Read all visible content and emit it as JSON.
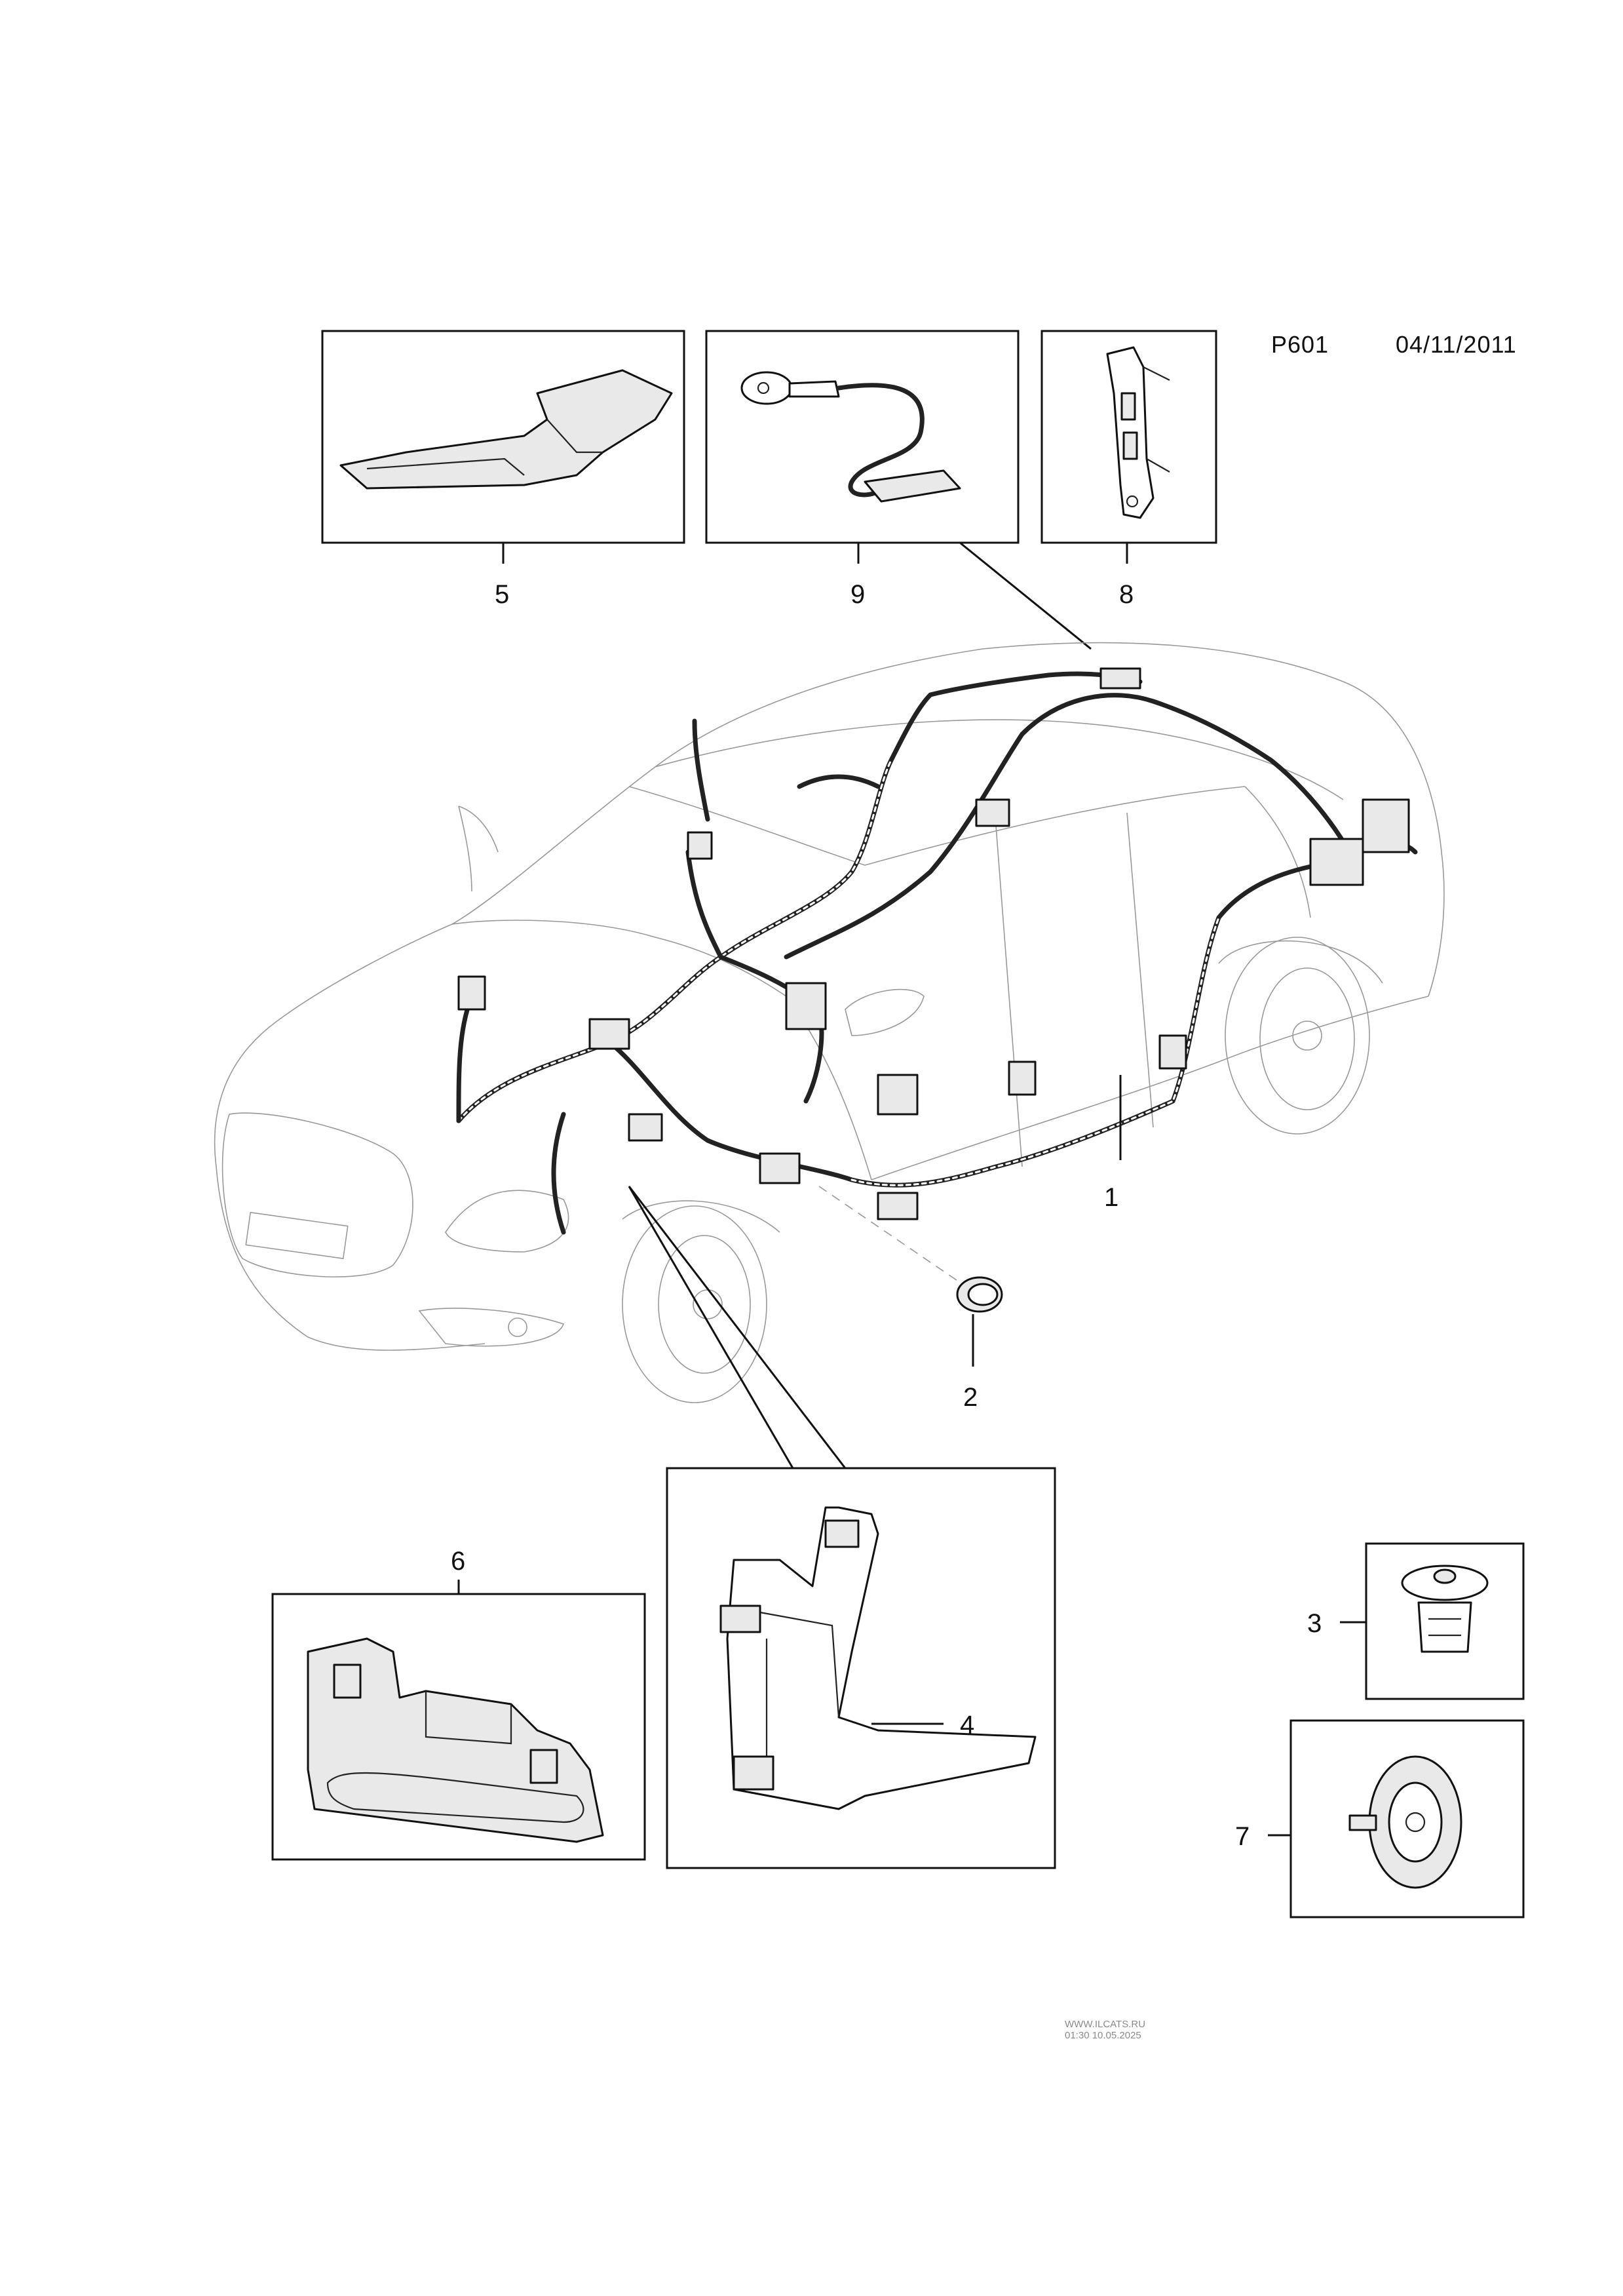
{
  "header": {
    "code": "P601",
    "date": "04/11/2011"
  },
  "callouts": {
    "c1": "1",
    "c2": "2",
    "c3": "3",
    "c4": "4",
    "c5": "5",
    "c6": "6",
    "c7": "7",
    "c8": "8",
    "c9": "9"
  },
  "watermark": {
    "line1": "WWW.ILCATS.RU",
    "line2": "01:30 10.05.2025"
  }
}
